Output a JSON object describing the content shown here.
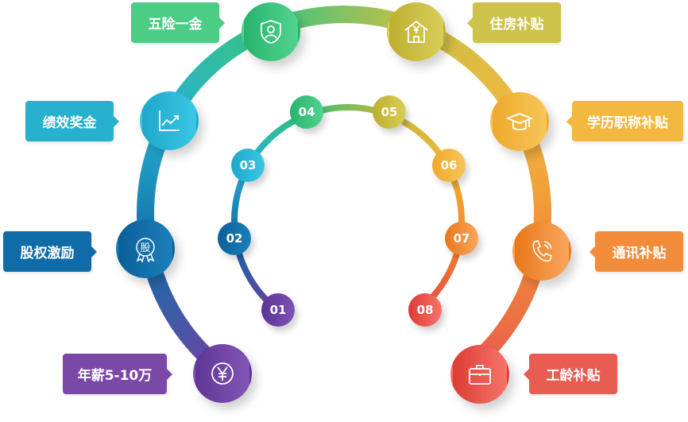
{
  "benefits": [
    {
      "label": "五险一金",
      "icon": "shield-user-icon",
      "color": "#3cc480"
    },
    {
      "label": "绩效奖金",
      "icon": "chart-trend-icon",
      "color": "#27b1d0"
    },
    {
      "label": "股权激励",
      "icon": "stock-badge-icon",
      "icon_text": "股",
      "color": "#136ea8"
    },
    {
      "label": "年薪5-10万",
      "icon": "yen-icon",
      "color": "#6f44a4"
    },
    {
      "label": "住房补贴",
      "icon": "house-yen-icon",
      "color": "#cbbf45"
    },
    {
      "label": "学历职称补贴",
      "icon": "graduation-cap-icon",
      "color": "#f2b83f"
    },
    {
      "label": "通讯补贴",
      "icon": "phone-icon",
      "color": "#f08b36"
    },
    {
      "label": "工龄补贴",
      "icon": "briefcase-icon",
      "color": "#e85a50"
    }
  ],
  "steps": [
    {
      "label": "01",
      "color": "#6a3fa2"
    },
    {
      "label": "02",
      "color": "#126aa5"
    },
    {
      "label": "03",
      "color": "#28b2d3"
    },
    {
      "label": "04",
      "color": "#33c07a"
    },
    {
      "label": "05",
      "color": "#c6b93b"
    },
    {
      "label": "06",
      "color": "#f2b53c"
    },
    {
      "label": "07",
      "color": "#ef8a2c"
    },
    {
      "label": "08",
      "color": "#e54a45"
    }
  ]
}
